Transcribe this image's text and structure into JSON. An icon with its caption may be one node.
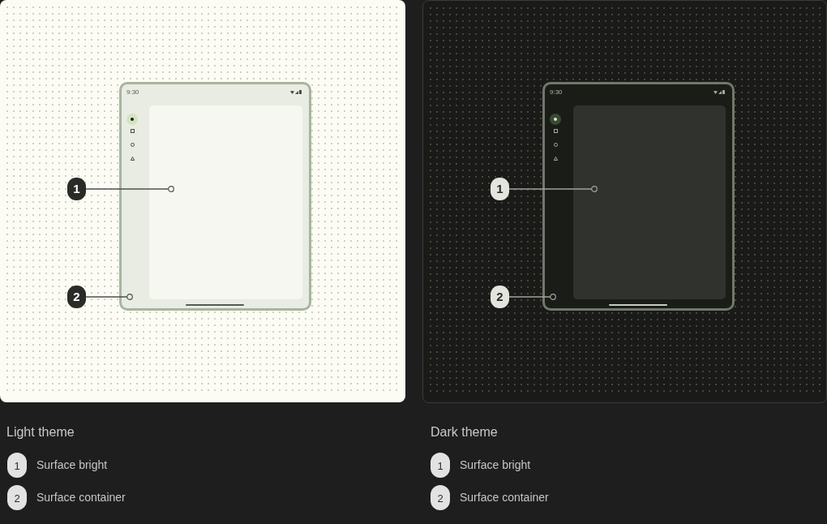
{
  "diagram": {
    "nodes": [
      {
        "text": [
          "9:30"
        ]
      },
      {
        "text": [],
        "shape": "box",
        "in": 0
      },
      {
        "text": [
          "1"
        ]
      },
      {
        "text": [
          "2"
        ]
      },
      {
        "text": [
          "9:30"
        ]
      },
      {
        "text": [],
        "shape": "box",
        "in": 4
      },
      {
        "text": [
          "1"
        ]
      },
      {
        "text": [
          "2"
        ]
      },
      {
        "text": [
          "1"
        ],
        "beside": [
          "Surface bright"
        ]
      },
      {
        "text": [
          "2"
        ],
        "beside": [
          "Surface container"
        ]
      },
      {
        "text": [
          "1"
        ],
        "beside": [
          "Surface bright"
        ]
      },
      {
        "text": [
          "2"
        ],
        "beside": [
          "Surface container"
        ]
      }
    ],
    "edges": [
      {
        "from": 2,
        "to": 1,
        "arrow": "other"
      },
      {
        "from": 3,
        "to": 0,
        "arrow": "other"
      },
      {
        "from": 6,
        "to": 5,
        "arrow": "other",
        "color": "#a2a49d"
      },
      {
        "from": 7,
        "to": 4,
        "arrow": "other",
        "color": "#a2a49d"
      }
    ],
    "labels": [
      "Light theme",
      "Dark theme"
    ]
  }
}
